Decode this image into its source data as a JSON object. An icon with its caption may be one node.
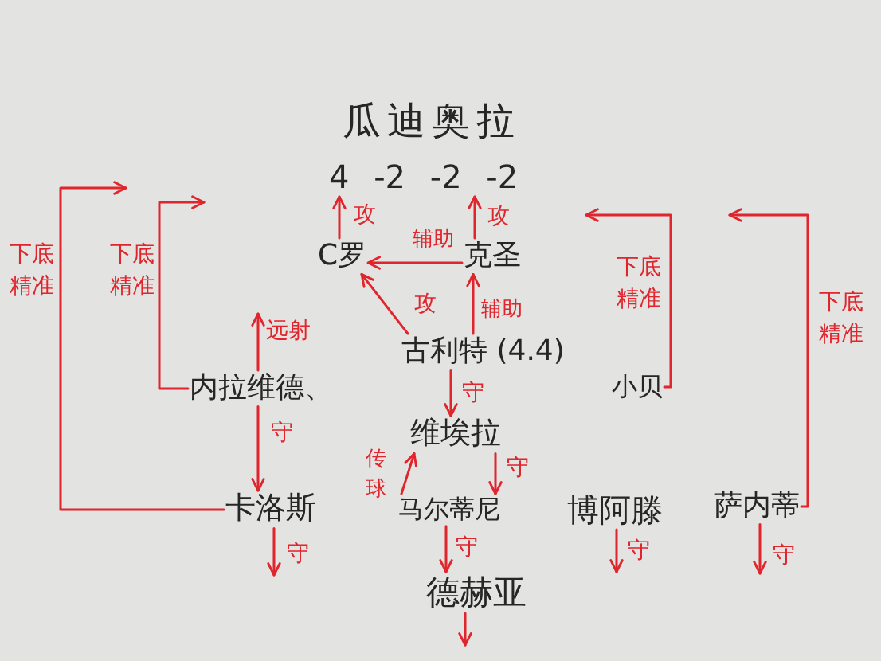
{
  "diagram": {
    "title": "瓜迪奥拉",
    "nodes": [
      {
        "text": [
          "4 -2 -2 -2"
        ]
      },
      {
        "text": [
          "C罗"
        ]
      },
      {
        "text": [
          "克圣"
        ]
      },
      {
        "text": [
          "古利特 (4.4)"
        ]
      },
      {
        "text": [
          "内拉维德、"
        ]
      },
      {
        "text": [
          "小贝"
        ]
      },
      {
        "text": [
          "维埃拉"
        ]
      },
      {
        "text": [
          "卡洛斯"
        ]
      },
      {
        "text": [
          "马尔蒂尼"
        ]
      },
      {
        "text": [
          "博阿滕"
        ]
      },
      {
        "text": [
          "萨内蒂"
        ]
      },
      {
        "text": [
          "德赫亚"
        ]
      }
    ],
    "edges": [
      {
        "from": 1,
        "to": 0,
        "arrow": "to",
        "label": "攻"
      },
      {
        "from": 2,
        "to": 0,
        "arrow": "to",
        "label": "攻"
      },
      {
        "from": 2,
        "to": 1,
        "arrow": "to",
        "label": "辅助"
      },
      {
        "from": 3,
        "to": 1,
        "arrow": "to",
        "label": "攻"
      },
      {
        "from": 3,
        "to": 2,
        "arrow": "to",
        "label": "辅助"
      },
      {
        "from": 4,
        "to": null,
        "arrow": "to",
        "label": "远射"
      },
      {
        "from": 4,
        "to": null,
        "arrow": "to",
        "label": "下底精准"
      },
      {
        "from": 5,
        "to": null,
        "arrow": "to",
        "label": "下底精准"
      },
      {
        "from": 4,
        "to": 7,
        "arrow": "to",
        "label": "守"
      },
      {
        "from": 3,
        "to": 6,
        "arrow": "to",
        "label": "守"
      },
      {
        "from": 6,
        "to": 8,
        "arrow": "to",
        "label": "守"
      },
      {
        "from": 8,
        "to": 6,
        "arrow": "to",
        "label": "传球"
      },
      {
        "from": 7,
        "to": null,
        "arrow": "to",
        "label": "下底精准"
      },
      {
        "from": 7,
        "to": null,
        "arrow": "to",
        "label": "守"
      },
      {
        "from": 8,
        "to": 11,
        "arrow": "to",
        "label": "守"
      },
      {
        "from": 9,
        "to": null,
        "arrow": "to",
        "label": "守"
      },
      {
        "from": 10,
        "to": null,
        "arrow": "to",
        "label": "下底精准"
      },
      {
        "from": 10,
        "to": null,
        "arrow": "to",
        "label": "守"
      },
      {
        "from": 11,
        "to": null,
        "arrow": "to"
      }
    ]
  }
}
